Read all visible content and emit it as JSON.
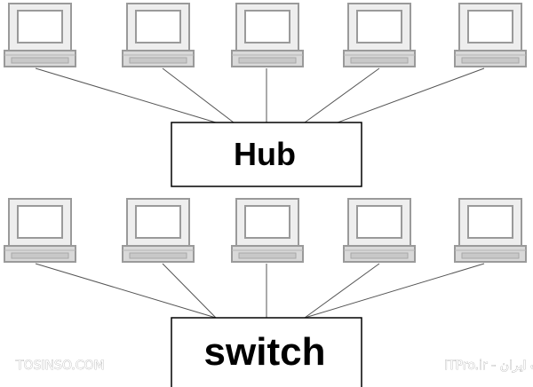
{
  "diagram": {
    "hub": {
      "label": "Hub"
    },
    "switch": {
      "label": "switch"
    },
    "top_computers": 5,
    "bottom_computers": 5
  },
  "watermark": {
    "left": "TOSINSO.COM",
    "right": "وب سایت تخصصی فناوری اطلاعات ایران - ITPro.ir"
  }
}
